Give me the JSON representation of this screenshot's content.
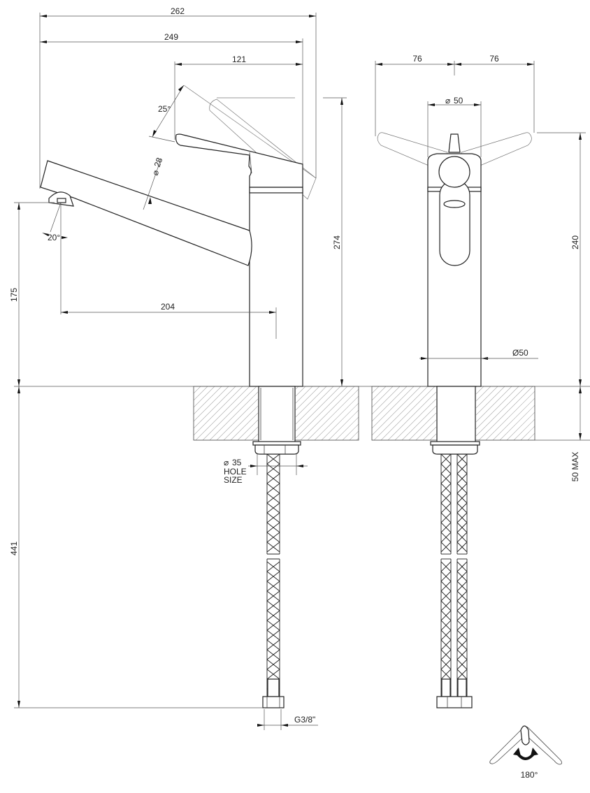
{
  "side_view": {
    "dim_overall_width": "262",
    "dim_spout_reach_total": "249",
    "dim_lever_length": "121",
    "dim_lever_angle": "25°",
    "dim_spout_diameter": "28",
    "dim_aerator_angle": "20°",
    "dim_spout_height": "175",
    "dim_spout_reach": "204",
    "dim_overall_height": "274",
    "dim_hose_length": "441",
    "hole_diameter": "35",
    "hole_label_1": "HOLE",
    "hole_label_2": "SIZE",
    "connection": "G3/8\""
  },
  "front_view": {
    "dim_lever_left": "76",
    "dim_lever_right": "76",
    "dim_head_diameter": "50",
    "dim_body_diameter": "Ø50",
    "dim_height": "240",
    "dim_max_thickness": "50 MAX"
  },
  "rotation_icon": {
    "label": "180°"
  }
}
